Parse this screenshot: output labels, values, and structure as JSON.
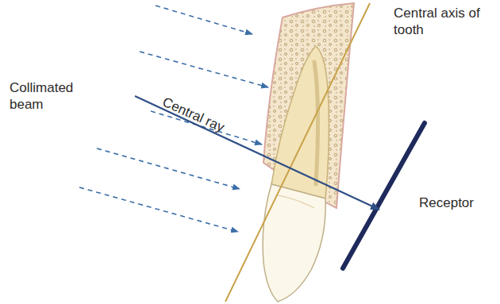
{
  "diagram": {
    "labels": [
      "Central axis of tooth",
      "Collimated beam",
      "Central ray",
      "Receptor"
    ]
  }
}
